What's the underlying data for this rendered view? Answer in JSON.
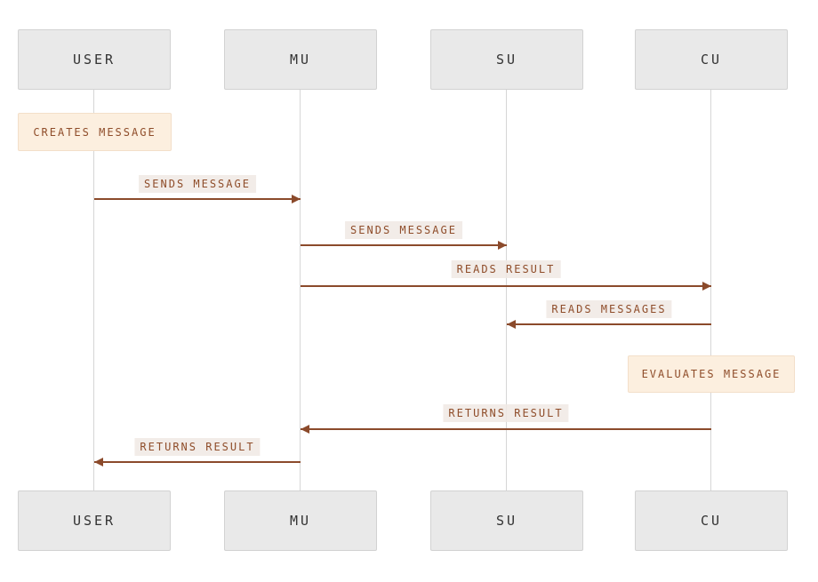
{
  "diagram": {
    "type": "sequence-diagram",
    "actors": [
      {
        "label": "USER"
      },
      {
        "label": "MU"
      },
      {
        "label": "SU"
      },
      {
        "label": "CU"
      }
    ],
    "notes": [
      {
        "label": "CREATES MESSAGE",
        "over": "USER"
      },
      {
        "label": "EVALUATES MESSAGE",
        "over": "CU"
      }
    ],
    "messages": [
      {
        "label": "SENDS MESSAGE",
        "from": "USER",
        "to": "MU"
      },
      {
        "label": "SENDS MESSAGE",
        "from": "MU",
        "to": "SU"
      },
      {
        "label": "READS RESULT",
        "from": "MU",
        "to": "CU"
      },
      {
        "label": "READS MESSAGES",
        "from": "CU",
        "to": "SU"
      },
      {
        "label": "RETURNS RESULT",
        "from": "CU",
        "to": "MU"
      },
      {
        "label": "RETURNS RESULT",
        "from": "MU",
        "to": "USER"
      }
    ],
    "colors": {
      "actor_bg": "#e9e9e9",
      "actor_border": "#d2d2d2",
      "note_bg": "#fcefdf",
      "arrow": "#8b4a2b",
      "label_text": "#8f4d2a",
      "lifeline": "#d6d6d6"
    }
  }
}
